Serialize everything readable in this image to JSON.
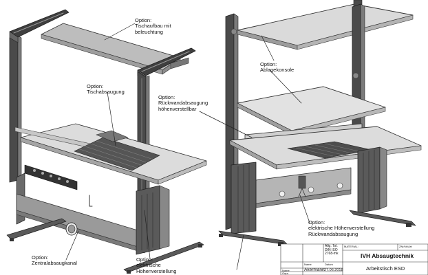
{
  "callouts": {
    "tischaufbau": [
      "Option:",
      "Tischaufbau mit",
      "beleuchtung"
    ],
    "tischabsaugung": [
      "Option:",
      "Tischabsaugung"
    ],
    "rueckwand": [
      "Option:",
      "Rückwandabsaugung",
      "höhenverstellbar"
    ],
    "zentral": [
      "Option:",
      "Zentralabsaugkanal"
    ],
    "hoehe_links": [
      "Option:",
      "elektrische",
      "Höhenverstellung"
    ],
    "ablage": [
      "Option:",
      "Ablagekonsole"
    ],
    "hoehe_rechts": [
      "Option:",
      "elektrische Höhenverstellung",
      "Rückwandabsaugung"
    ]
  },
  "title_block": {
    "tol": "Allg. Tol.",
    "din": "DIN ISO",
    "din_num": "2768-mk",
    "material_label": "MATERIAL:",
    "drawing_no_label": "ZNr/Nr/Art:",
    "company": "IVH Absaugtechnik",
    "name_label": "Name",
    "date_label": "Datum",
    "name_row_label": "Name",
    "name_value": "Akermann",
    "date_value": "27.06.2018",
    "gepr_label": "Gepr.",
    "title": "Arbeitstisch ESD"
  }
}
